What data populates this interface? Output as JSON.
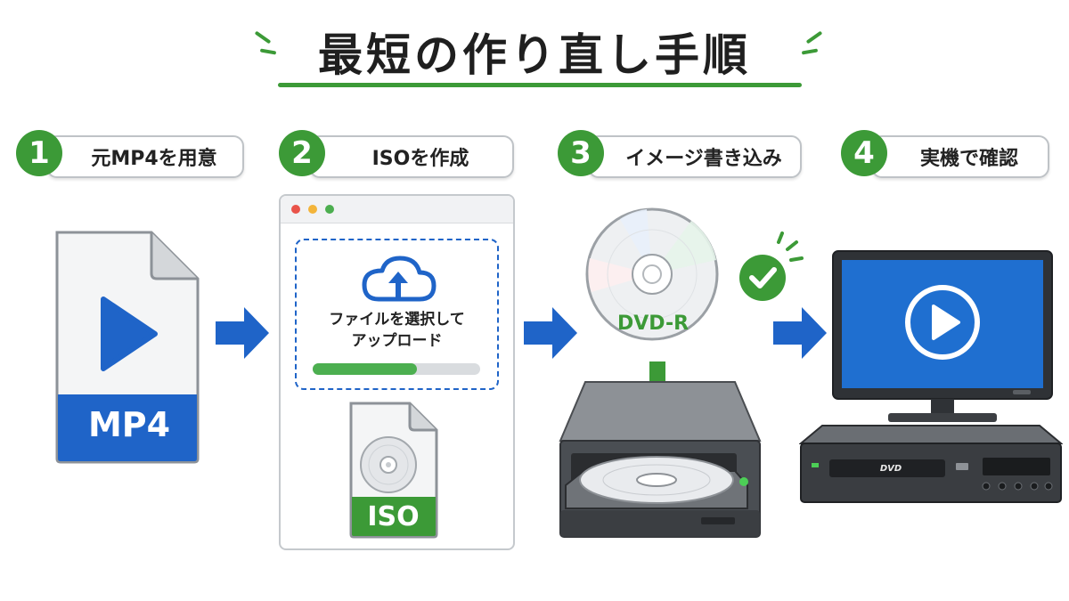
{
  "title": "最短の作り直し手順",
  "steps": [
    {
      "number": "1",
      "label": "元MP4を用意"
    },
    {
      "number": "2",
      "label": "ISOを作成"
    },
    {
      "number": "3",
      "label": "イメージ書き込み"
    },
    {
      "number": "4",
      "label": "実機で確認"
    }
  ],
  "file_icon": {
    "label": "MP4",
    "icon": "play-icon"
  },
  "browser": {
    "upload_text_line1": "ファイルを選択して",
    "upload_text_line2": "アップロード",
    "upload_progress": 0.62,
    "iso_label": "ISO"
  },
  "disc": {
    "label": "DVD-R"
  },
  "player": {
    "label": "DVD"
  },
  "colors": {
    "accent_green": "#3c9a37",
    "accent_blue": "#1f64c8",
    "screen_blue": "#1f6fd0"
  }
}
